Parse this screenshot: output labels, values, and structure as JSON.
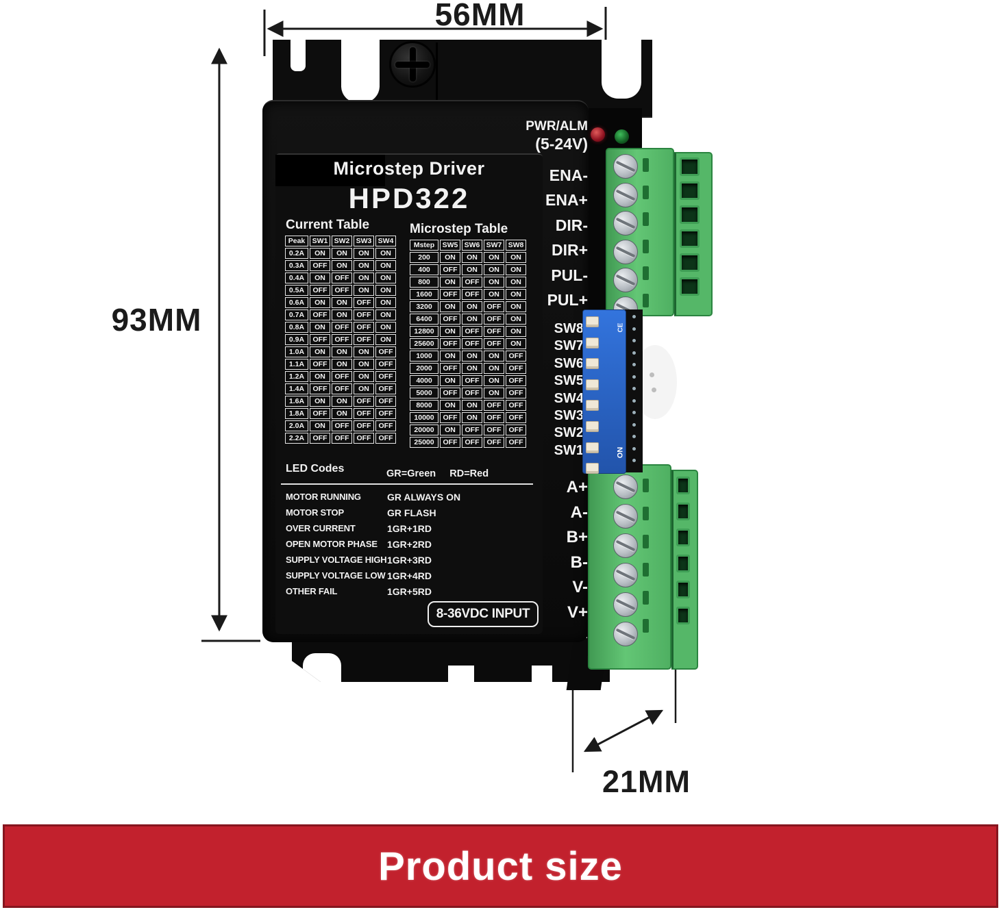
{
  "product": {
    "type_label": "Microstep Driver",
    "model": "HPD322",
    "power_led_label": "PWR/ALM",
    "logic_voltage": "(5-24V)",
    "input_voltage_label": "8-36VDC INPUT"
  },
  "current_table": {
    "title": "Current Table",
    "headers": [
      "Peak",
      "SW1",
      "SW2",
      "SW3",
      "SW4"
    ],
    "rows": [
      [
        "0.2A",
        "ON",
        "ON",
        "ON",
        "ON"
      ],
      [
        "0.3A",
        "OFF",
        "ON",
        "ON",
        "ON"
      ],
      [
        "0.4A",
        "ON",
        "OFF",
        "ON",
        "ON"
      ],
      [
        "0.5A",
        "OFF",
        "OFF",
        "ON",
        "ON"
      ],
      [
        "0.6A",
        "ON",
        "ON",
        "OFF",
        "ON"
      ],
      [
        "0.7A",
        "OFF",
        "ON",
        "OFF",
        "ON"
      ],
      [
        "0.8A",
        "ON",
        "OFF",
        "OFF",
        "ON"
      ],
      [
        "0.9A",
        "OFF",
        "OFF",
        "OFF",
        "ON"
      ],
      [
        "1.0A",
        "ON",
        "ON",
        "ON",
        "OFF"
      ],
      [
        "1.1A",
        "OFF",
        "ON",
        "ON",
        "OFF"
      ],
      [
        "1.2A",
        "ON",
        "OFF",
        "ON",
        "OFF"
      ],
      [
        "1.4A",
        "OFF",
        "OFF",
        "ON",
        "OFF"
      ],
      [
        "1.6A",
        "ON",
        "ON",
        "OFF",
        "OFF"
      ],
      [
        "1.8A",
        "OFF",
        "ON",
        "OFF",
        "OFF"
      ],
      [
        "2.0A",
        "ON",
        "OFF",
        "OFF",
        "OFF"
      ],
      [
        "2.2A",
        "OFF",
        "OFF",
        "OFF",
        "OFF"
      ]
    ]
  },
  "microstep_table": {
    "title": "Microstep Table",
    "headers": [
      "Mstep",
      "SW5",
      "SW6",
      "SW7",
      "SW8"
    ],
    "rows": [
      [
        "200",
        "ON",
        "ON",
        "ON",
        "ON"
      ],
      [
        "400",
        "OFF",
        "ON",
        "ON",
        "ON"
      ],
      [
        "800",
        "ON",
        "OFF",
        "ON",
        "ON"
      ],
      [
        "1600",
        "OFF",
        "OFF",
        "ON",
        "ON"
      ],
      [
        "3200",
        "ON",
        "ON",
        "OFF",
        "ON"
      ],
      [
        "6400",
        "OFF",
        "ON",
        "OFF",
        "ON"
      ],
      [
        "12800",
        "ON",
        "OFF",
        "OFF",
        "ON"
      ],
      [
        "25600",
        "OFF",
        "OFF",
        "OFF",
        "ON"
      ],
      [
        "1000",
        "ON",
        "ON",
        "ON",
        "OFF"
      ],
      [
        "2000",
        "OFF",
        "ON",
        "ON",
        "OFF"
      ],
      [
        "4000",
        "ON",
        "OFF",
        "ON",
        "OFF"
      ],
      [
        "5000",
        "OFF",
        "OFF",
        "ON",
        "OFF"
      ],
      [
        "8000",
        "ON",
        "ON",
        "OFF",
        "OFF"
      ],
      [
        "10000",
        "OFF",
        "ON",
        "OFF",
        "OFF"
      ],
      [
        "20000",
        "ON",
        "OFF",
        "OFF",
        "OFF"
      ],
      [
        "25000",
        "OFF",
        "OFF",
        "OFF",
        "OFF"
      ]
    ]
  },
  "led_codes": {
    "title": "LED Codes",
    "legend": "GR=Green     RD=Red",
    "entries": [
      {
        "condition": "MOTOR RUNNING",
        "code": "GR ALWAYS ON"
      },
      {
        "condition": "MOTOR STOP",
        "code": "GR FLASH"
      },
      {
        "condition": "OVER CURRENT",
        "code": "1GR+1RD"
      },
      {
        "condition": "OPEN MOTOR PHASE",
        "code": "1GR+2RD"
      },
      {
        "condition": "SUPPLY VOLTAGE HIGH",
        "code": "1GR+3RD"
      },
      {
        "condition": "SUPPLY VOLTAGE LOW",
        "code": "1GR+4RD"
      },
      {
        "condition": "OTHER FAIL",
        "code": "1GR+5RD"
      }
    ]
  },
  "terminals": {
    "signal": [
      "ENA-",
      "ENA+",
      "DIR-",
      "DIR+",
      "PUL-",
      "PUL+"
    ],
    "dip_switches": [
      "SW8",
      "SW7",
      "SW6",
      "SW5",
      "SW4",
      "SW3",
      "SW2",
      "SW1"
    ],
    "motor_power": [
      "A+",
      "A-",
      "B+",
      "B-",
      "V-",
      "V+"
    ],
    "dip_on_label": "ON",
    "dip_ce_mark": "CE"
  },
  "dimensions": {
    "width": "56MM",
    "height": "93MM",
    "depth": "21MM"
  },
  "banner": {
    "label": "Product size",
    "bg_color": "#c2212d",
    "text_color": "#ffffff"
  },
  "colors": {
    "terminal_green": "#55b768",
    "dip_blue": "#2f6fd8",
    "led_red": "#8e1220",
    "led_green": "#135f23",
    "chassis_black": "#0d0d0d"
  }
}
